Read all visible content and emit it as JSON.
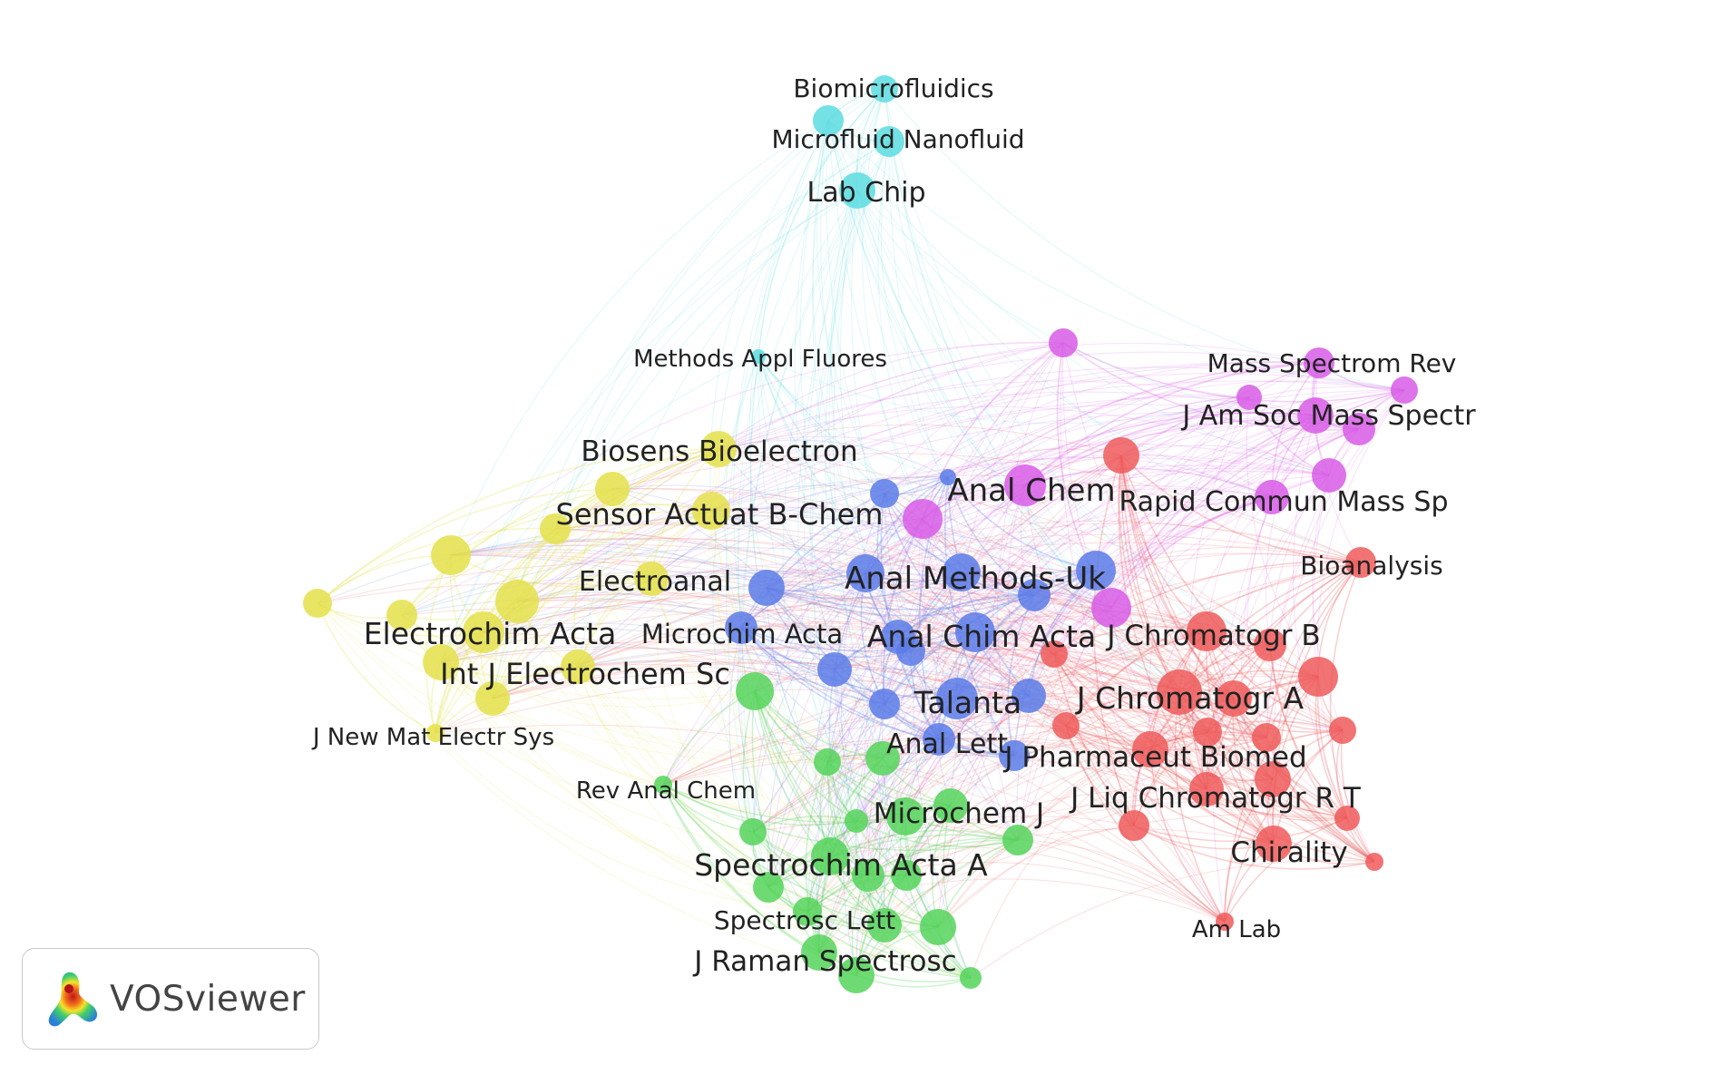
{
  "diagram": {
    "type": "bibliometric co-citation network",
    "clusters": {
      "red": "#ee5a5a",
      "green": "#55d45a",
      "blue": "#5a7be8",
      "yellow": "#e4e14a",
      "magenta": "#d85ce6",
      "cyan": "#5cdce0"
    },
    "labels": [
      "Biomicrofluidics",
      "Microfluid Nanofluid",
      "Lab Chip",
      "Methods Appl Fluores",
      "Mass Spectrom Rev",
      "J Am Soc Mass Spectr",
      "Rapid Commun Mass Sp",
      "Anal Chem",
      "Biosens Bioelectron",
      "Sensor Actuat B-Chem",
      "Electroanal",
      "Electrochim Acta",
      "Int J Electrochem Sc",
      "J New Mat Electr Sys",
      "Anal Methods-Uk",
      "Microchim Acta",
      "Anal Chim Acta",
      "J Chromatogr B",
      "Bioanalysis",
      "Talanta",
      "J Chromatogr A",
      "Anal Lett",
      "J Pharmaceut Biomed",
      "J Liq Chromatogr R T",
      "Chirality",
      "Rev Anal Chem",
      "Microchem J",
      "Spectrochim Acta A",
      "Spectrosc Lett",
      "J Raman Spectrosc",
      "Am Lab"
    ]
  },
  "logo": {
    "text": "VOSviewer"
  }
}
